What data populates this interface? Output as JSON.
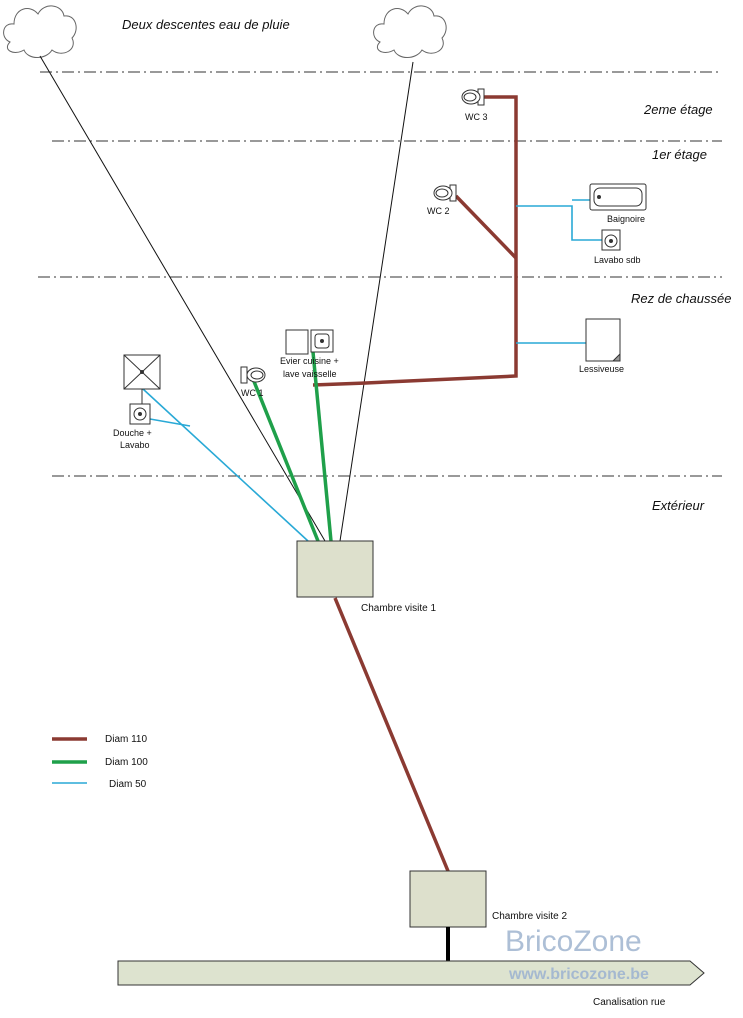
{
  "title": "Deux descentes eau de pluie",
  "floors": {
    "second": "2eme étage",
    "first": "1er étage",
    "ground": "Rez de chaussée",
    "outside": "Extérieur"
  },
  "fixtures": {
    "wc3": "WC 3",
    "wc2": "WC 2",
    "wc1": "WC 1",
    "bath": "Baignoire",
    "basin_sdb": "Lavabo sdb",
    "washer": "Lessiveuse",
    "sink_line1": "Evier cuisine +",
    "sink_line2": "lave vaisselle",
    "shower_line1": "Douche +",
    "shower_line2": "Lavabo"
  },
  "chambers": {
    "c1": "Chambre visite 1",
    "c2": "Chambre visite 2"
  },
  "street_pipe": "Canalisation rue",
  "legend": [
    {
      "label": "Diam 110",
      "color": "#8b3a32"
    },
    {
      "label": "Diam 100",
      "color": "#1fa04a"
    },
    {
      "label": "Diam 50",
      "color": "#29a9d6"
    }
  ],
  "watermark": {
    "brand": "BricoZone",
    "url": "www.bricozone.be"
  },
  "colors": {
    "chamber_fill": "#dde0cc",
    "street_fill": "#dde3cf"
  }
}
